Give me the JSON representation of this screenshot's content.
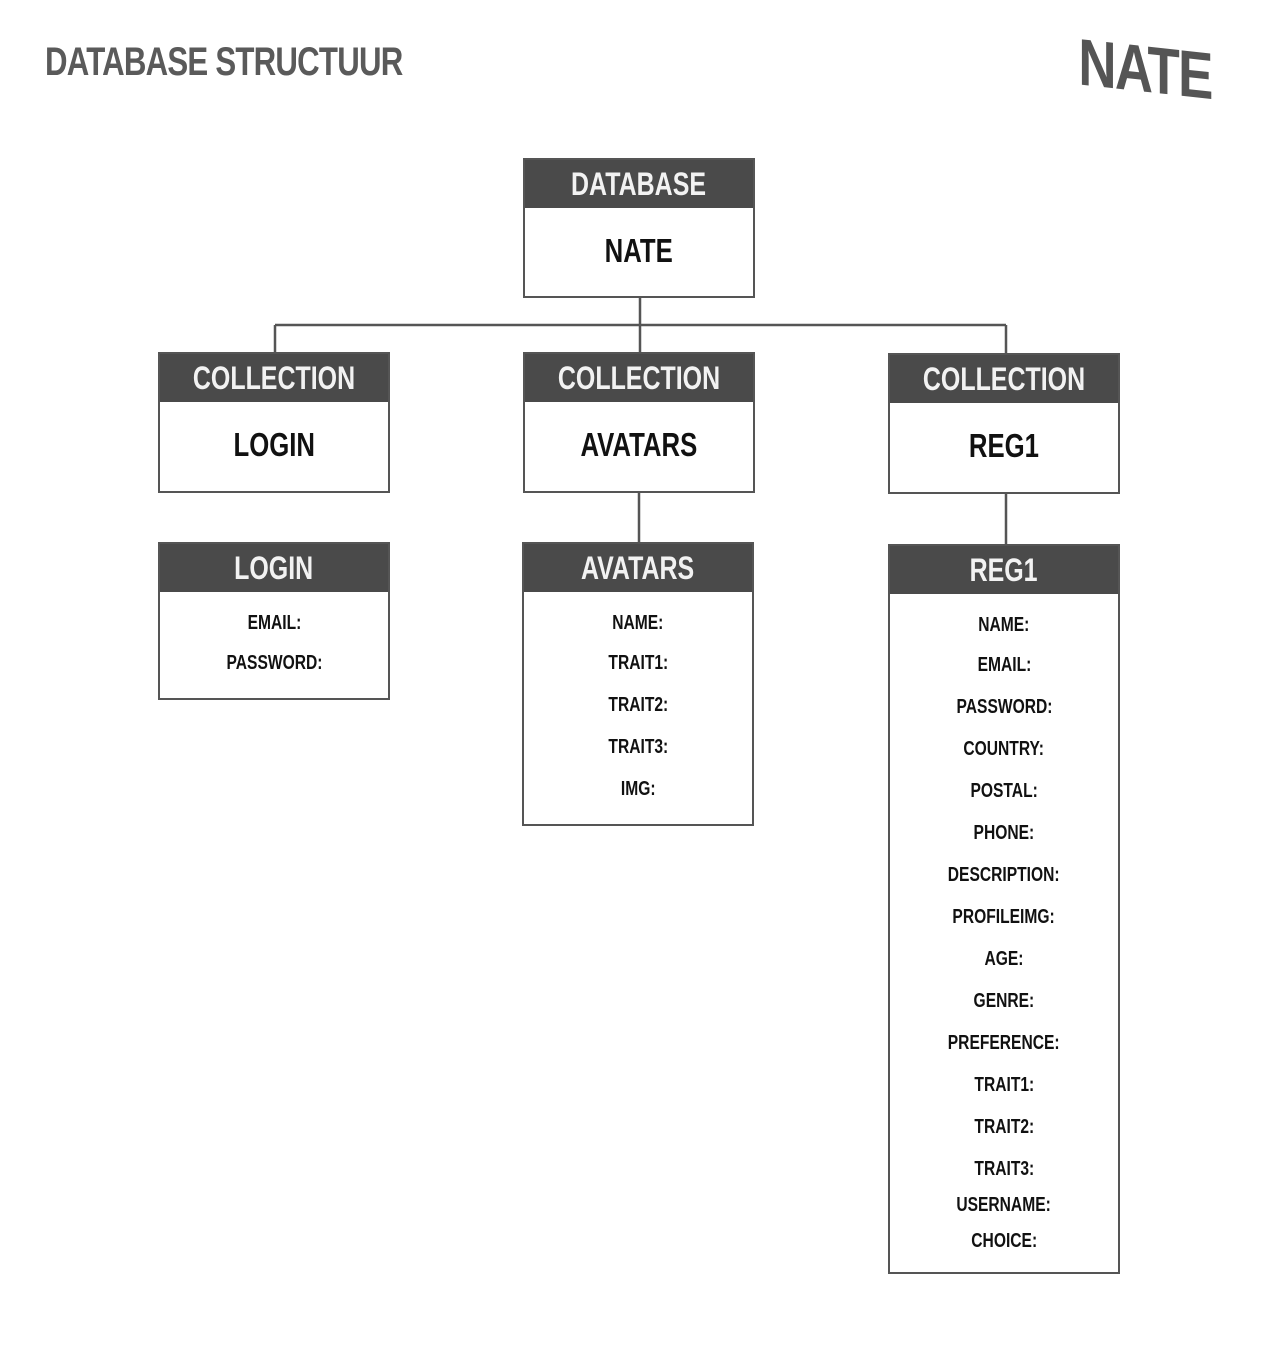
{
  "title": "DATABASE STRUCTUUR",
  "logo": "NATE",
  "colors": {
    "header_bg": "#4a4a4a",
    "border": "#555555",
    "title": "#5a5a5a"
  },
  "database": {
    "header": "DATABASE",
    "name": "NATE"
  },
  "collections": [
    {
      "header": "COLLECTION",
      "name": "LOGIN"
    },
    {
      "header": "COLLECTION",
      "name": "AVATARS"
    },
    {
      "header": "COLLECTION",
      "name": "REG1"
    }
  ],
  "schemas": [
    {
      "header": "LOGIN",
      "fields": [
        "EMAIL:",
        "PASSWORD:"
      ]
    },
    {
      "header": "AVATARS",
      "fields": [
        "NAME:",
        "TRAIT1:",
        "TRAIT2:",
        "TRAIT3:",
        "IMG:"
      ]
    },
    {
      "header": "REG1",
      "fields": [
        "NAME:",
        "EMAIL:",
        "PASSWORD:",
        "COUNTRY:",
        "POSTAL:",
        "PHONE:",
        "DESCRIPTION:",
        "PROFILEIMG:",
        "AGE:",
        "GENRE:",
        "PREFERENCE:",
        "TRAIT1:",
        "TRAIT2:",
        "TRAIT3:",
        "USERNAME:",
        "CHOICE:"
      ]
    }
  ]
}
